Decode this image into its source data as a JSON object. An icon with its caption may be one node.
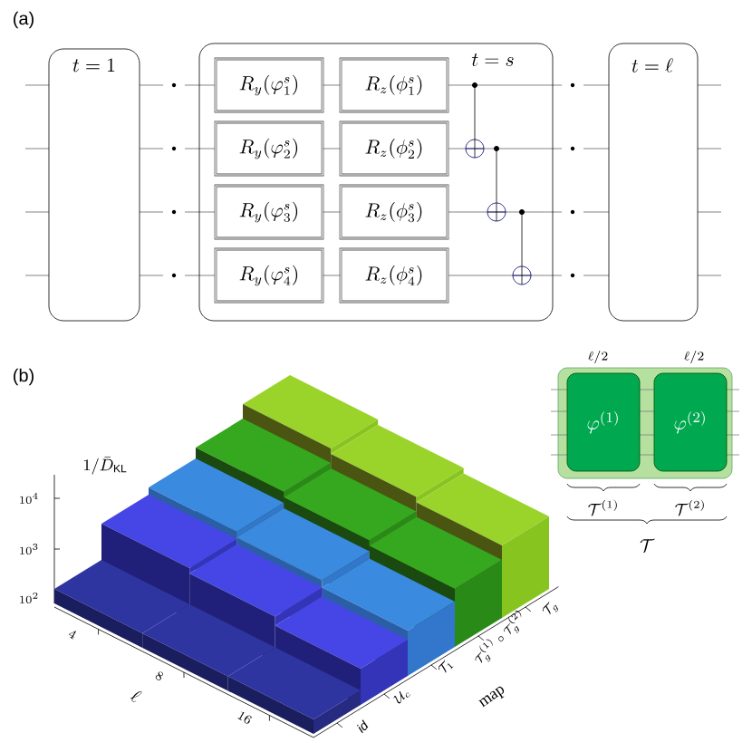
{
  "diagram": {
    "nodes": [
      {
        "text": [
          "t=1"
        ]
      },
      {
        "text": [
          "t=s"
        ]
      },
      {
        "text": [
          "R_y(\\varphi^s_1)"
        ],
        "in": 1
      },
      {
        "text": [
          "R_z(\\phi^s_1)"
        ],
        "in": 1
      },
      {
        "text": [
          "R_y(\\varphi^s_2)"
        ],
        "in": 1
      },
      {
        "text": [
          "R_z(\\phi^s_2)"
        ],
        "in": 1
      },
      {
        "text": [
          "R_y(\\varphi^s_3)"
        ],
        "in": 1
      },
      {
        "text": [
          "R_z(\\phi^s_3)"
        ],
        "in": 1
      },
      {
        "text": [
          "R_y(\\varphi^s_4)"
        ],
        "in": 1
      },
      {
        "text": [
          "R_z(\\phi^s_4)"
        ],
        "in": 1
      },
      {
        "text": [
          "t=\\ell"
        ]
      },
      {
        "text": [
          "\\varphi^{(1)}"
        ]
      },
      {
        "text": [
          "\\varphi^{(2)}"
        ]
      }
    ],
    "edges": [
      {
        "from": 2,
        "to": 3,
        "arrow": "none"
      },
      {
        "from": 4,
        "to": 5,
        "arrow": "none"
      },
      {
        "from": 6,
        "to": 7,
        "arrow": "none"
      },
      {
        "from": 8,
        "to": 9,
        "arrow": "none"
      }
    ],
    "labels": [
      "(a)",
      "(b)",
      "\\ell/2",
      "\\ell/2",
      "1/\\bar{D}_{\\mathrm{KL}}",
      "\\mathcal{T}^{(1)}",
      "\\mathcal{T}^{(2)}",
      "\\mathcal{T}",
      "10^4",
      "10^3",
      "10^2",
      "4",
      "8",
      "\\ell",
      "16",
      "\\mathit{id}",
      "\\mathcal{U}_c",
      "\\mathcal{T}_1",
      "\\mathcal{T}_g^{(1)}\\circ\\mathcal{T}_g^{(2)}",
      "\\mathcal{T}_g",
      "map"
    ]
  }
}
